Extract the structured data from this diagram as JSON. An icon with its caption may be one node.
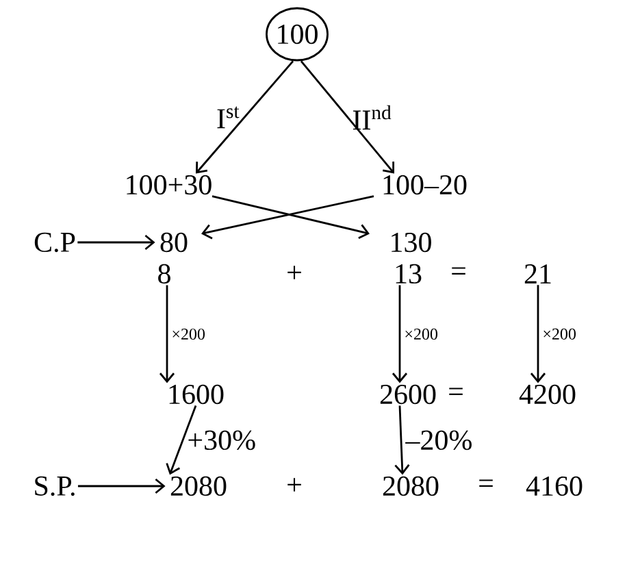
{
  "diagram": {
    "nodes": [
      {
        "text": [
          "100"
        ]
      },
      {
        "text": [
          "100+30"
        ]
      },
      {
        "text": [
          "100–20"
        ]
      },
      {
        "text": [
          "C.P"
        ]
      },
      {
        "text": [
          "80"
        ]
      },
      {
        "text": [
          "130"
        ]
      },
      {
        "text": [
          "8"
        ]
      },
      {
        "text": [
          "13"
        ]
      },
      {
        "text": [
          "21"
        ]
      },
      {
        "text": [
          "1600"
        ]
      },
      {
        "text": [
          "2600"
        ]
      },
      {
        "text": [
          "4200"
        ]
      },
      {
        "text": [
          "S.P."
        ]
      },
      {
        "text": [
          "2080"
        ]
      },
      {
        "text": [
          "2080"
        ]
      },
      {
        "text": [
          "4160"
        ]
      }
    ],
    "edges": [
      {
        "from": 0,
        "to": 1,
        "arrow": "to",
        "label": "I$^{st}$"
      },
      {
        "from": 0,
        "to": 2,
        "arrow": "to",
        "label": "II$^{nd}$"
      },
      {
        "from": 1,
        "to": 5,
        "arrow": "to"
      },
      {
        "from": 2,
        "to": 4,
        "arrow": "to"
      },
      {
        "from": 3,
        "to": 4,
        "arrow": "to"
      },
      {
        "from": 6,
        "to": 9,
        "arrow": "to",
        "label": "×200"
      },
      {
        "from": 7,
        "to": 10,
        "arrow": "to",
        "label": "×200"
      },
      {
        "from": 8,
        "to": 11,
        "arrow": "to",
        "label": "×200"
      },
      {
        "from": 9,
        "to": 13,
        "arrow": "to",
        "label": "+30%"
      },
      {
        "from": 10,
        "to": 14,
        "arrow": "to",
        "label": "–20%"
      },
      {
        "from": 12,
        "to": 13,
        "arrow": "to"
      }
    ],
    "labels": [
      "+",
      "=",
      "=",
      "+",
      "="
    ]
  }
}
